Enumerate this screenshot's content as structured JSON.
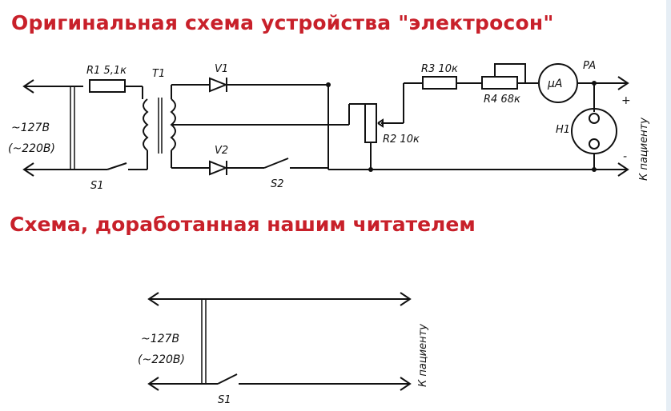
{
  "headings": {
    "original": "Оригинальная схема устройства \"электросон\"",
    "modified": "Схема, доработанная нашим читателем"
  },
  "colors": {
    "heading": "#c8202a",
    "ink": "#111111"
  },
  "original_circuit": {
    "supply": [
      "~127В",
      "(~220В)"
    ],
    "r1": "R1 5,1к",
    "t1": "T1",
    "v1": "V1",
    "v2": "V2",
    "s1": "S1",
    "s2": "S2",
    "r2": "R2 10к",
    "r3": "R3 10к",
    "r4": "R4 68к",
    "pa": "PA",
    "meter": "μA",
    "h1": "H1",
    "plus": "+",
    "minus": "-",
    "patient": "К пациенту"
  },
  "modified_circuit": {
    "supply": [
      "~127В",
      "(~220В)"
    ],
    "s1": "S1",
    "patient": "К пациенту"
  }
}
